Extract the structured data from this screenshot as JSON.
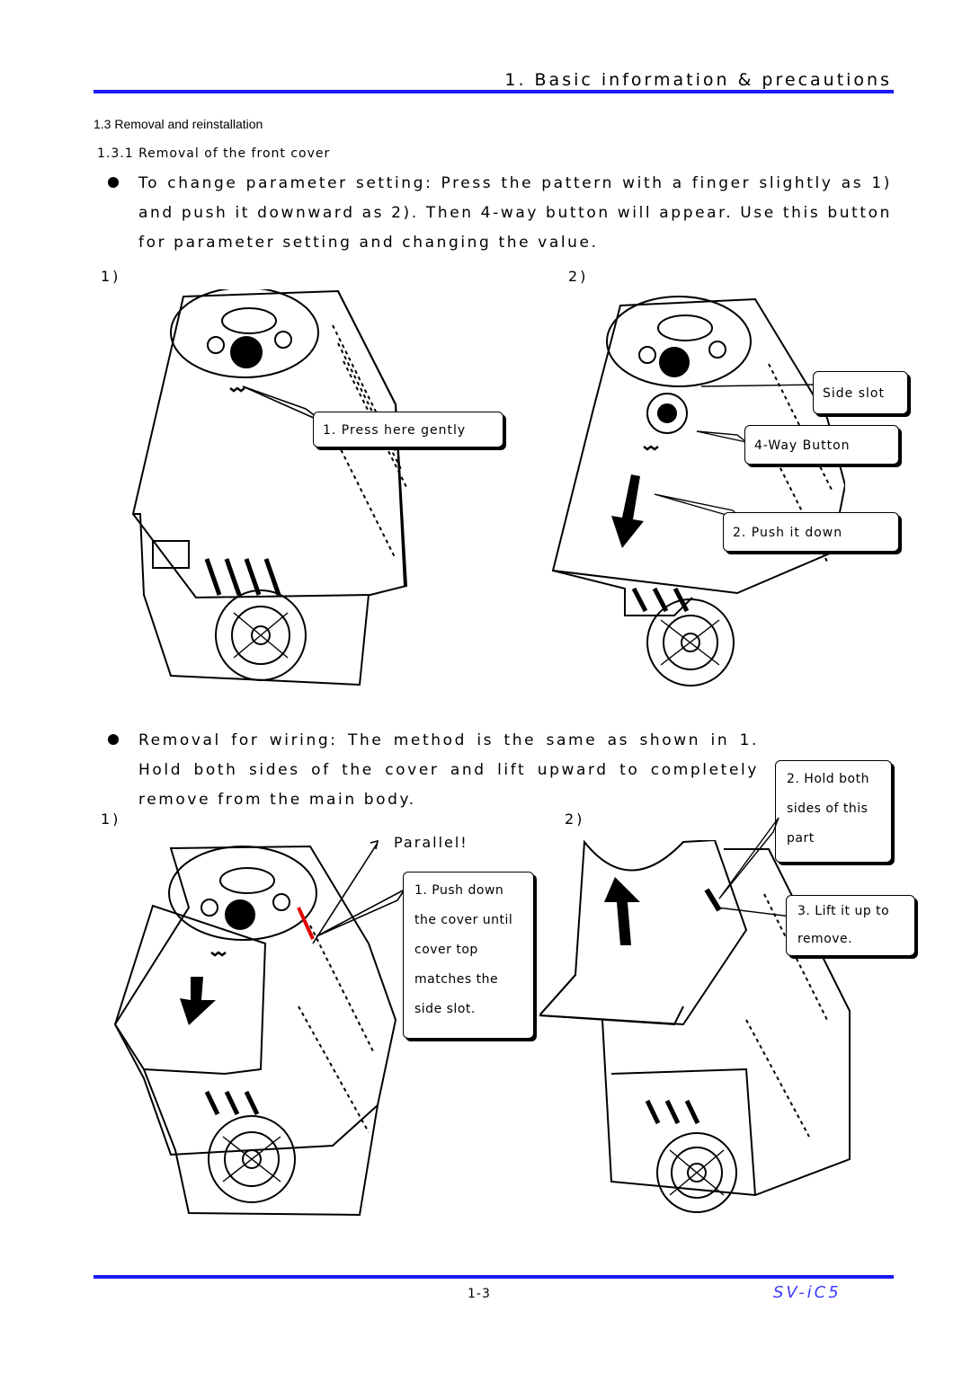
{
  "header": {
    "title": "1.  Basic information & precautions"
  },
  "section": {
    "number_title": "1.3  Removal and reinstallation"
  },
  "subsection": {
    "number_title": "1.3.1  Removal of the front cover"
  },
  "para1": {
    "text": "To change parameter setting: Press the pattern with a finger slightly as 1) and push it downward as 2). Then 4-way button will appear. Use this button for parameter setting and changing the value."
  },
  "para2": {
    "text": "Removal for wiring: The method is the same as shown in 1. Hold both sides of the cover and lift upward to completely remove from the main body."
  },
  "steps": {
    "one": "1)",
    "two": "2)"
  },
  "callouts": {
    "press_here": "1. Press here gently",
    "side_slot": "Side slot",
    "four_way": "4-Way Button",
    "push_down": "2. Push it down",
    "hold_both_1": "2. Hold both",
    "hold_both_2": "sides of this",
    "hold_both_3": "part",
    "parallel": "Parallel!",
    "push_cover_1": "1. Push down",
    "push_cover_2": "the cover until",
    "push_cover_3": "cover top",
    "push_cover_4": "matches the",
    "push_cover_5": "side slot.",
    "lift_1": "3.  Lift  it  up  to",
    "lift_2": "remove."
  },
  "footer": {
    "page_number": "1-3",
    "model": "SV-iC5"
  },
  "colors": {
    "rule": "#1a1aff",
    "model": "#3b3bff",
    "accent_red": "#e00000"
  }
}
